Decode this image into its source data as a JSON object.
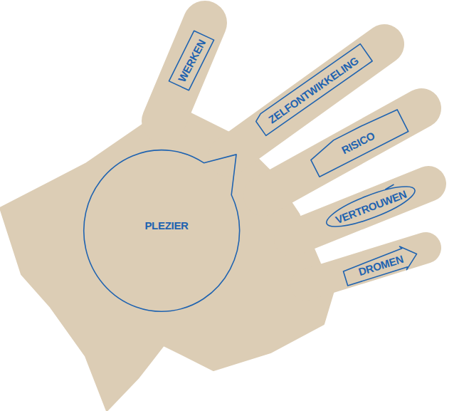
{
  "diagram": {
    "nodes": [
      {
        "text": [
          "WERKEN"
        ]
      },
      {
        "text": [
          "ZELFONTWIKKELING"
        ]
      },
      {
        "text": [
          "RISICO"
        ]
      },
      {
        "text": [
          "VERTROUWEN"
        ]
      },
      {
        "text": [
          "DROMEN"
        ]
      },
      {
        "text": [
          "PLEZIER"
        ]
      }
    ]
  }
}
